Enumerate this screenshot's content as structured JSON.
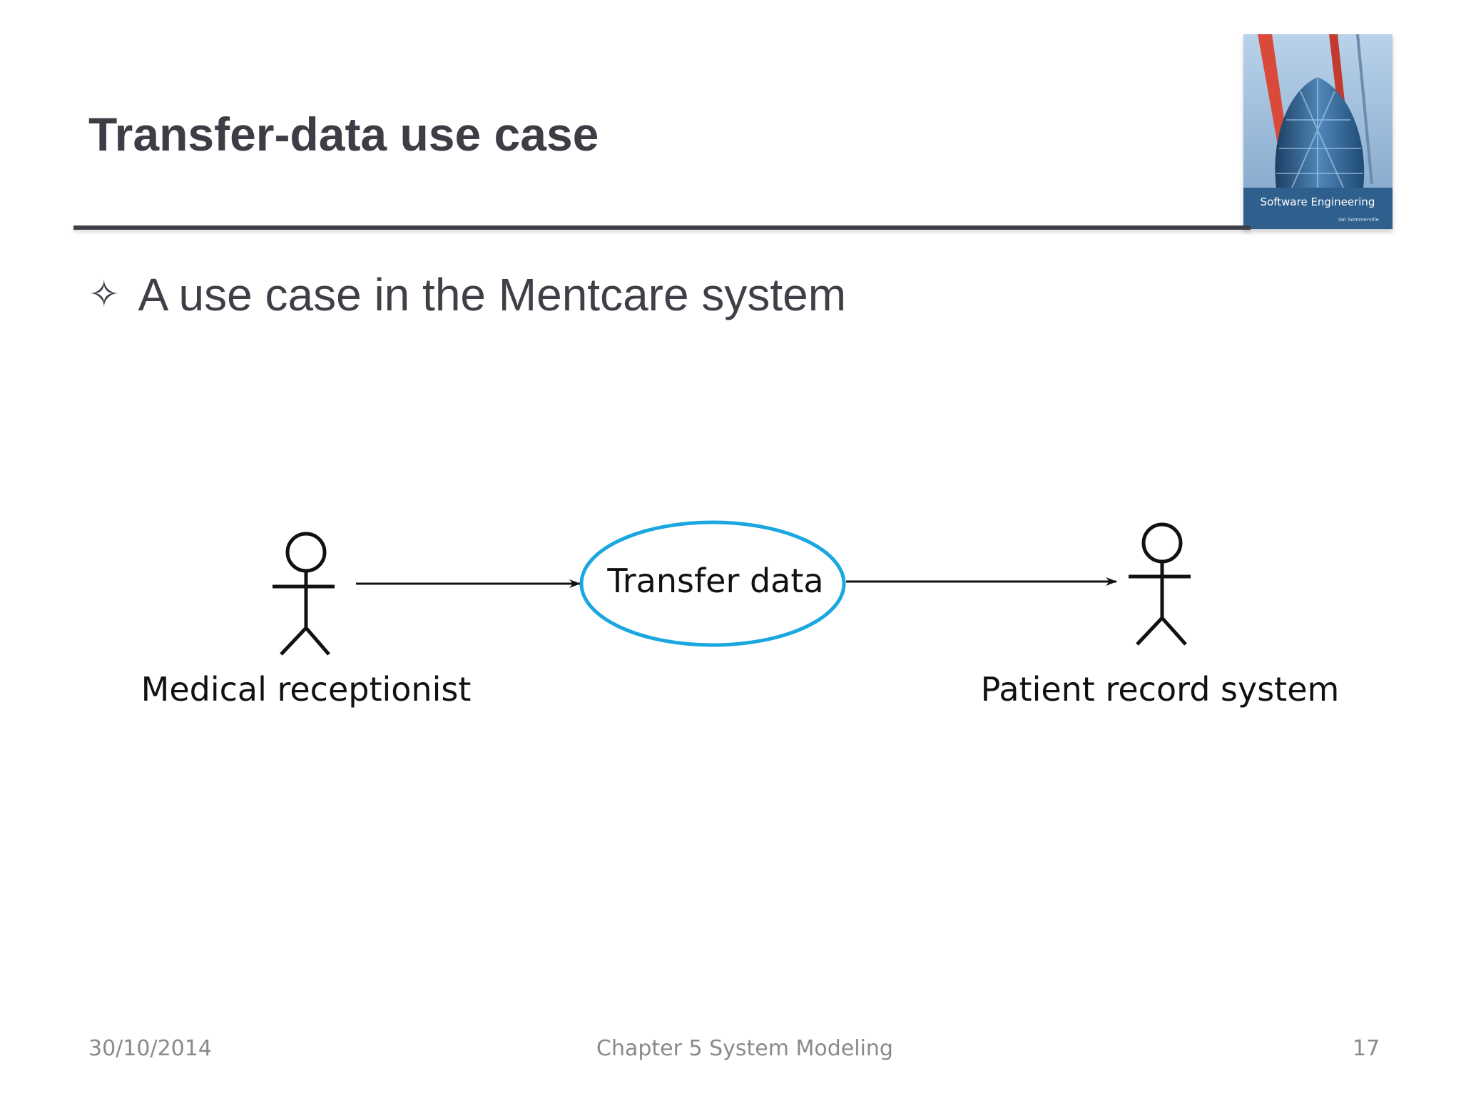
{
  "slide": {
    "title": "Transfer-data use case",
    "bullet_icon": "four-pointed-star-outline-icon",
    "bullet": "A use case in the Mentcare system",
    "cover_image": {
      "title_text": "Software Engineering",
      "author_text": "Ian Sommerville",
      "colors": {
        "sky": "#8fb3d6",
        "building": "#2c5f8a",
        "crane": "#d94a3a"
      }
    }
  },
  "diagram": {
    "use_case": {
      "label": "Transfer data",
      "border_color": "#1aa7e0"
    },
    "actors": [
      {
        "label": "Medical receptionist"
      },
      {
        "label": "Patient record system"
      }
    ],
    "associations": [
      {
        "from": "Medical receptionist",
        "to": "Transfer data"
      },
      {
        "from": "Transfer data",
        "to": "Patient record system"
      }
    ]
  },
  "footer": {
    "date": "30/10/2014",
    "chapter": "Chapter 5 System Modeling",
    "page": "17"
  }
}
